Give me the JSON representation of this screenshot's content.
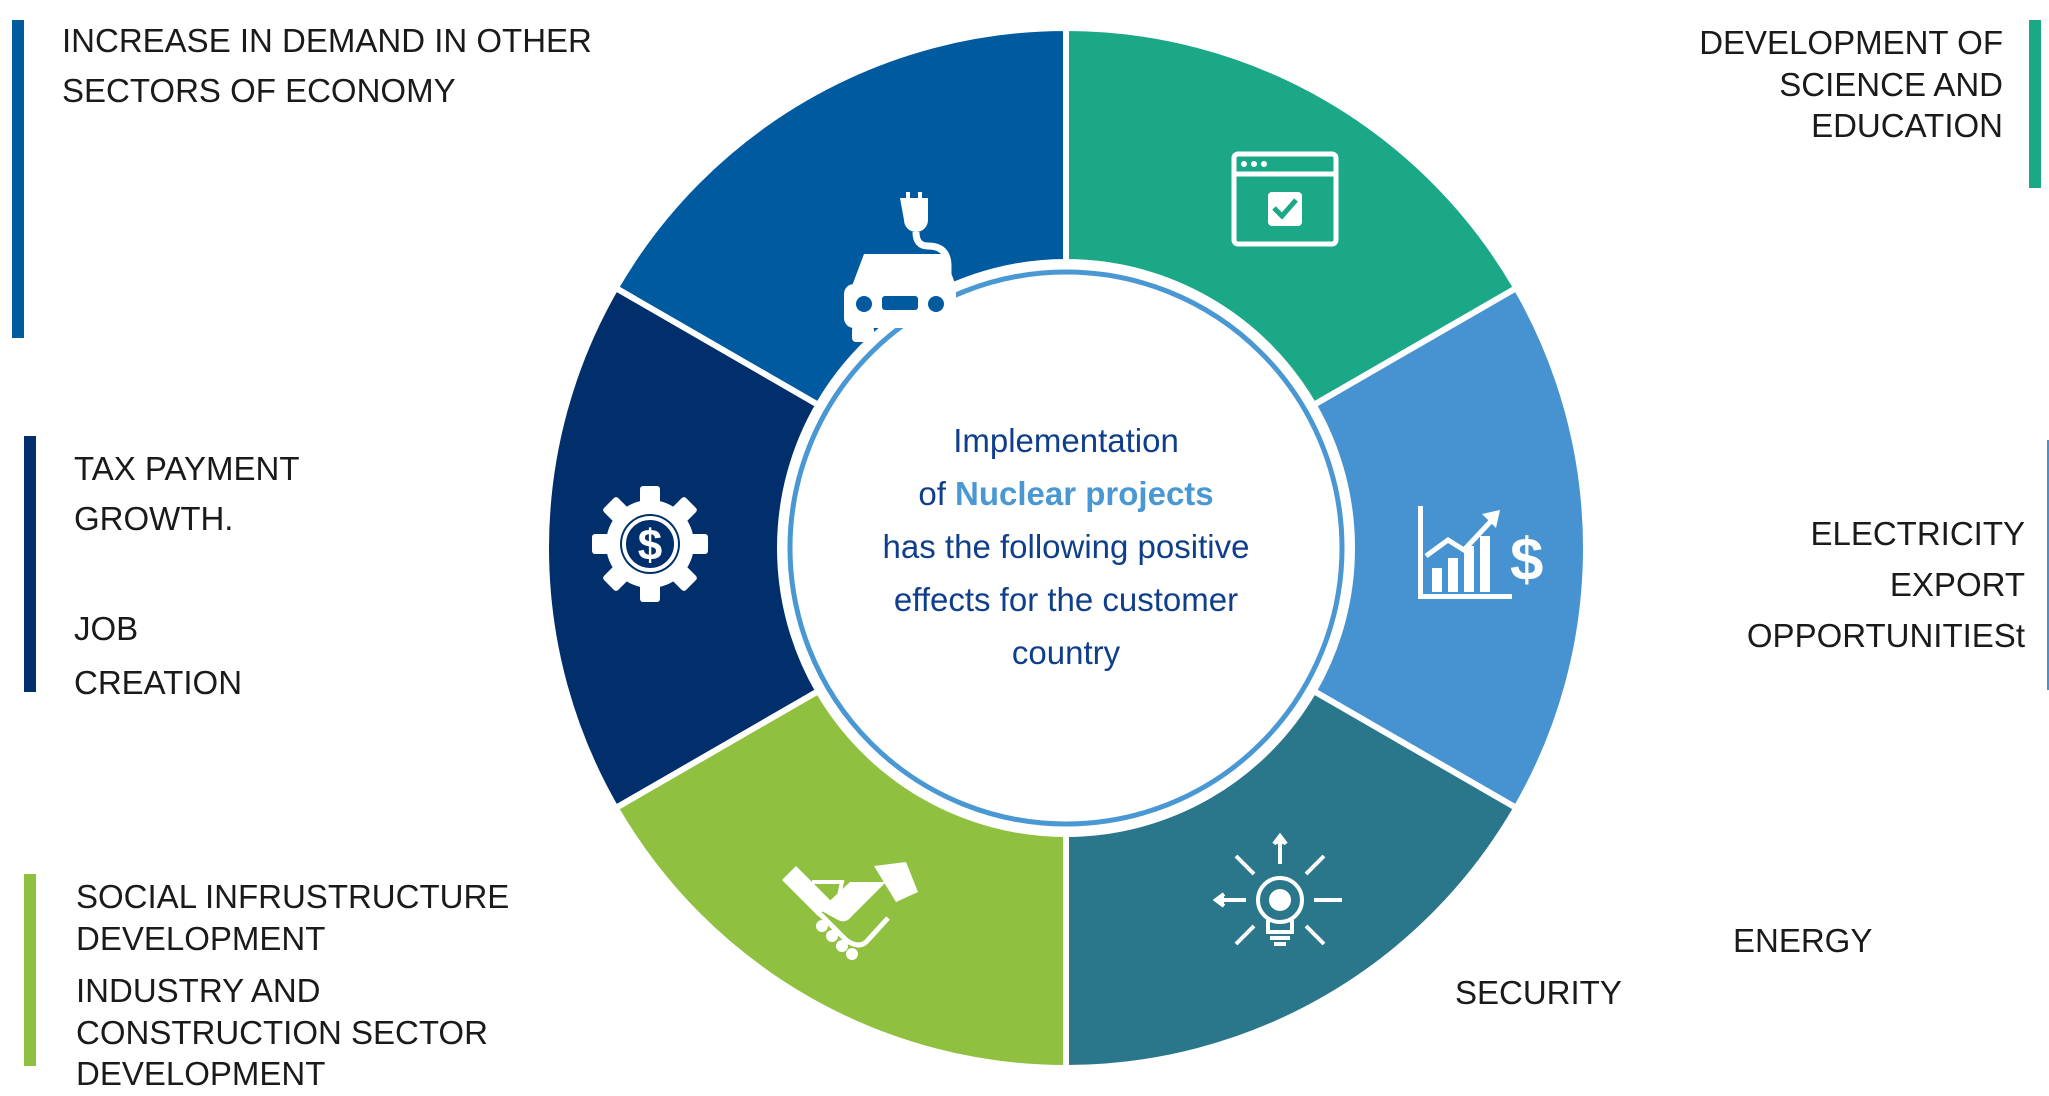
{
  "colors": {
    "blue_dark": "#002f6c",
    "blue_mid": "#005aa0",
    "teal": "#1aa887",
    "sky": "#4793d1",
    "petrol": "#2a778c",
    "green": "#8fc03f",
    "center_text": "#0f3f8c",
    "highlight": "#4a98d3"
  },
  "center": {
    "line1": "Implementation",
    "line2_pre": "of ",
    "line2_highlight": "Nuclear projects",
    "line3": "has the  following positive",
    "line4": "effects for  the customer",
    "line5": "country"
  },
  "segments": [
    {
      "name": "demand",
      "icon": "electric-car-icon"
    },
    {
      "name": "science",
      "icon": "browser-check-icon"
    },
    {
      "name": "export",
      "icon": "chart-dollar-icon"
    },
    {
      "name": "energy",
      "icon": "lightbulb-gear-icon"
    },
    {
      "name": "social",
      "icon": "handshake-icon"
    },
    {
      "name": "tax",
      "icon": "dollar-gear-icon"
    }
  ],
  "labels": {
    "demand": [
      "INCREASE IN DEMAND IN OTHER",
      "SECTORS OF ECONOMY"
    ],
    "science": [
      "DEVELOPMENT OF",
      "SCIENCE AND",
      "EDUCATION"
    ],
    "tax": [
      "TAX PAYMENT",
      "GROWTH."
    ],
    "job": [
      "JOB",
      "CREATION"
    ],
    "export": [
      "ELECTRICITY",
      "EXPORT",
      "OPPORTUNITIESt"
    ],
    "social": [
      "SOCIAL INFRUSTRUCTURE",
      "DEVELOPMENT"
    ],
    "industry": [
      "INDUSTRY AND",
      "CONSTRUCTION SECTOR",
      "DEVELOPMENT"
    ],
    "energy_word": "ENERGY",
    "security_word": "SECURITY"
  }
}
